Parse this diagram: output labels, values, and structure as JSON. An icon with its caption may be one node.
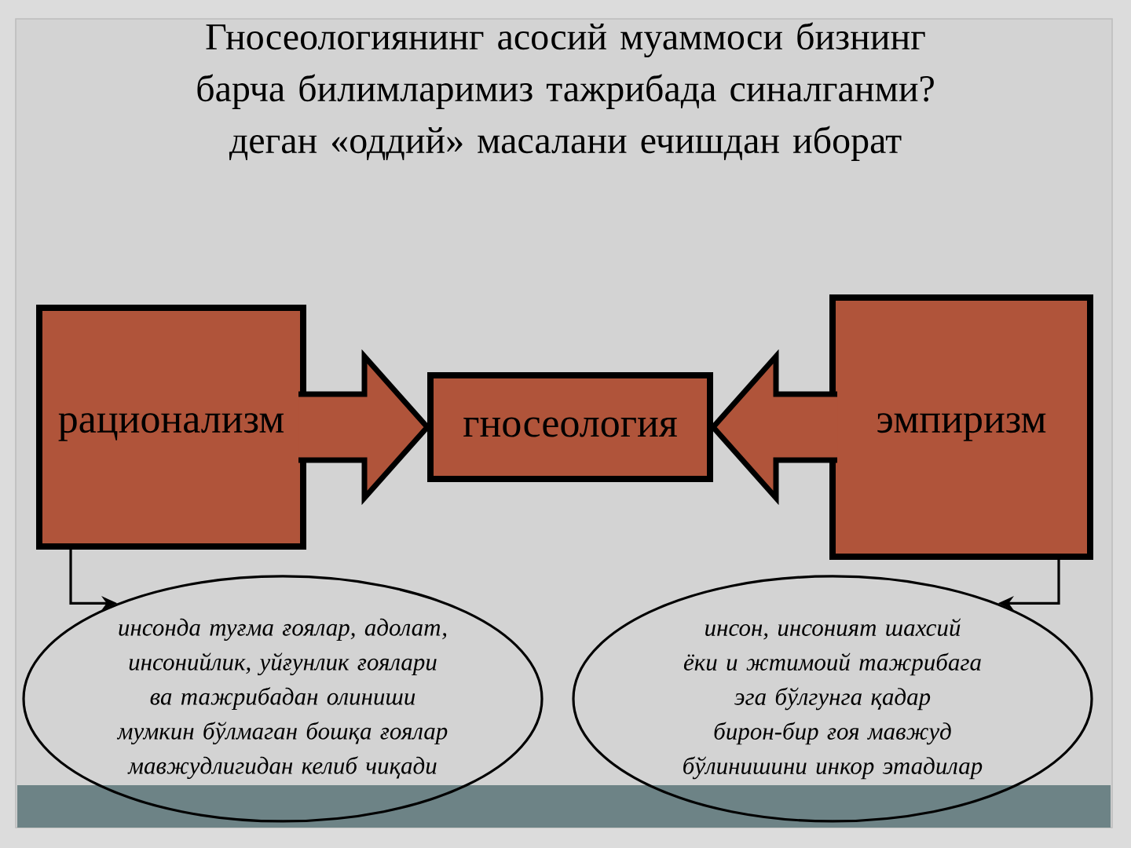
{
  "diagram": {
    "title": "Гносеологиянинг асосий муаммоси бизнинг барча билимларимиз тажрибада синалганми? деган «оддий» масалани ечишдан иборат",
    "nodes": [
      {
        "text": [
          "рационализм"
        ]
      },
      {
        "text": [
          "гносеология"
        ]
      },
      {
        "text": [
          "эмпиризм"
        ]
      },
      {
        "text": [
          "инсонда туғма ғоялар, адолат, инсонийлик, уйғунлик ғоялари ва тажрибадан олиниши мумкин бўлмаган бошқа ғоялар мавжудлигидан келиб чиқади"
        ]
      },
      {
        "text": [
          "инсон, инсоният шахсий ёки и жтимоий тажрибага эга бўлгунга қадар бирон-бир ғоя мавжуд бўлинишини инкор этадилар"
        ]
      }
    ],
    "edges": [
      {
        "from": 0,
        "to": 1,
        "arrow": "to",
        "style": "thick"
      },
      {
        "from": 2,
        "to": 1,
        "arrow": "to",
        "style": "thick"
      },
      {
        "from": 0,
        "to": 3,
        "arrow": "to"
      },
      {
        "from": 2,
        "to": 4,
        "arrow": "to"
      }
    ]
  }
}
